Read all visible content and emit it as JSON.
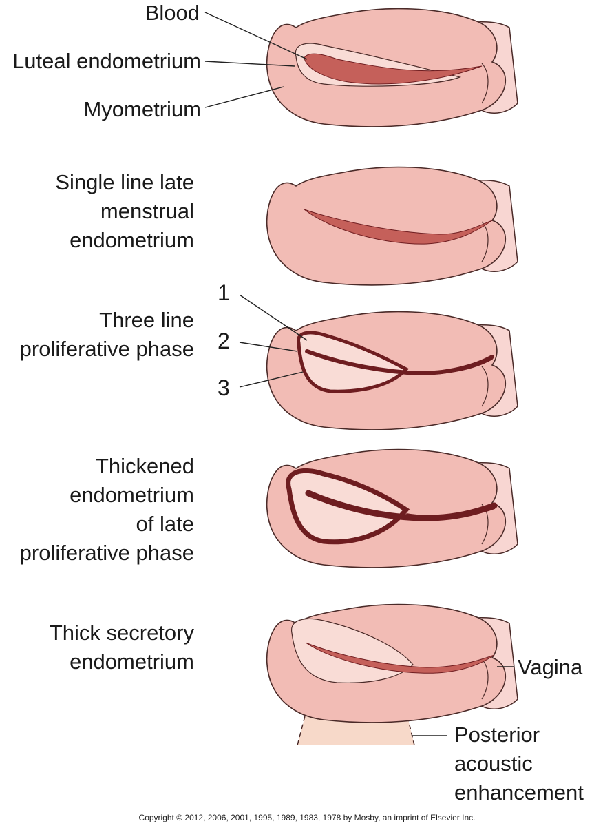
{
  "colors": {
    "myometrium": "#f2bcb5",
    "endometrium": "#f9dcd6",
    "vagina": "#f8d6d2",
    "stripe": "#c5605a",
    "dark_line": "#6e1d20",
    "enhancement": "#f7d9c9",
    "outline": "#4a2a28"
  },
  "labels": {
    "blood": "Blood",
    "luteal": "Luteal endometrium",
    "myometrium": "Myometrium",
    "single_line": [
      "Single line late",
      "menstrual",
      "endometrium"
    ],
    "three_line": [
      "Three line",
      "proliferative phase"
    ],
    "num1": "1",
    "num2": "2",
    "num3": "3",
    "thickened": [
      "Thickened",
      "endometrium",
      "of late",
      "proliferative phase"
    ],
    "secretory": [
      "Thick secretory",
      "endometrium"
    ],
    "vagina": "Vagina",
    "posterior": [
      "Posterior",
      "acoustic",
      "enhancement"
    ]
  },
  "copyright": "Copyright © 2012, 2006, 2001, 1995, 1989, 1983, 1978 by Mosby, an imprint of Elsevier Inc."
}
